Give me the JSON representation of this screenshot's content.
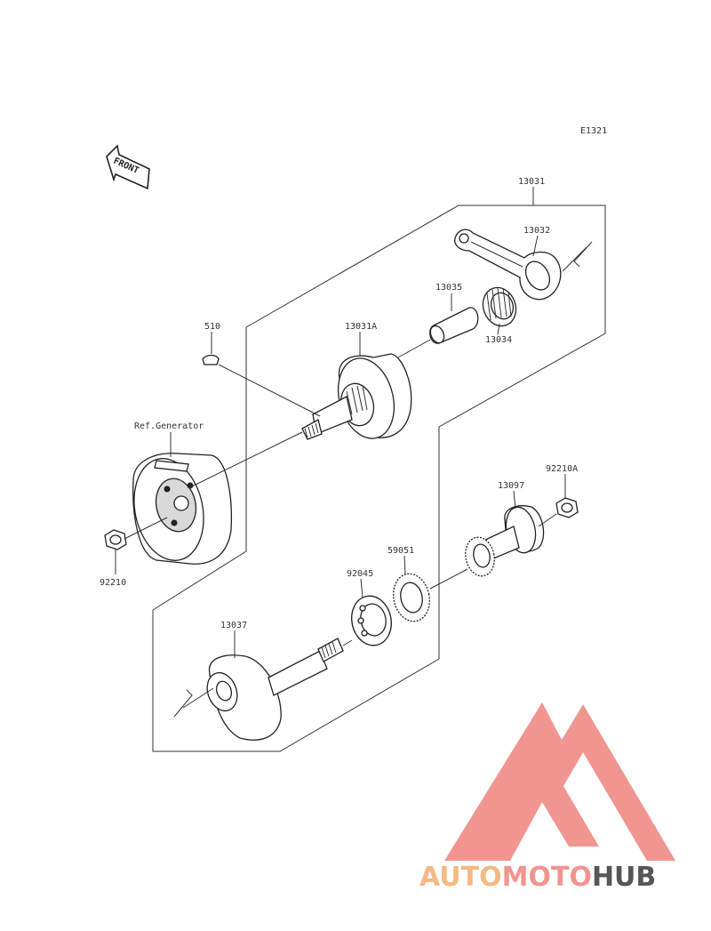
{
  "diagram_code": "E1321",
  "front_label": "FRONT",
  "reference_label": "Ref.Generator",
  "parts": {
    "p13031": "13031",
    "p13032": "13032",
    "p13035": "13035",
    "p13034": "13034",
    "p13031A": "13031A",
    "p510": "510",
    "p92210": "92210",
    "p92210A": "92210A",
    "p13097": "13097",
    "p59051": "59051",
    "p92045": "92045",
    "p13037": "13037"
  },
  "watermark": {
    "part1": "AUTO",
    "part2": "MOTO",
    "part3": "HUB",
    "color1": "#f5b27a",
    "color2": "#f08a84",
    "color3": "#444444",
    "logo_color": "#f08a84"
  }
}
